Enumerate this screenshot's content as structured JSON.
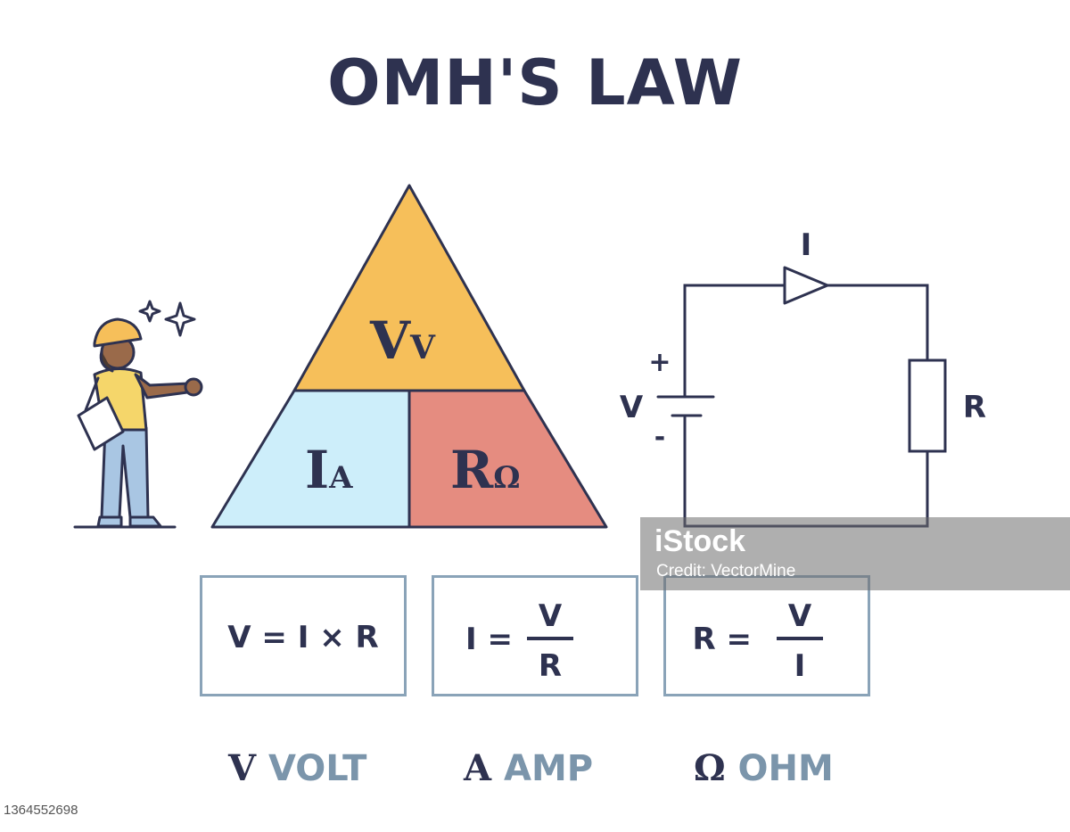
{
  "title": "OMH'S LAW",
  "triangle": {
    "top": {
      "main": "V",
      "unit": "V",
      "color": "#f6bf5a"
    },
    "left": {
      "main": "I",
      "unit": "A",
      "color": "#cdeefa"
    },
    "right": {
      "main": "R",
      "unit": "Ω",
      "color": "#e58c80"
    }
  },
  "circuit": {
    "current_label": "I",
    "voltage_label": "V",
    "plus": "+",
    "minus": "-",
    "resistor_label": "R"
  },
  "formulas": [
    {
      "lhs": "V =",
      "rhs": "I × R"
    },
    {
      "lhs": "I =",
      "num": "V",
      "den": "R"
    },
    {
      "lhs": "R =",
      "num": "V",
      "den": "I"
    }
  ],
  "legend": [
    {
      "symbol": "V",
      "word": "VOLT"
    },
    {
      "symbol": "A",
      "word": "AMP"
    },
    {
      "symbol": "Ω",
      "word": "OHM"
    }
  ],
  "watermark": {
    "brand": "iStock",
    "credit": "Credit: VectorMine"
  },
  "image_id": "1364552698",
  "colors": {
    "ink": "#2e3250",
    "box_border": "#8aa3b8",
    "legend_word": "#7b95ab"
  }
}
